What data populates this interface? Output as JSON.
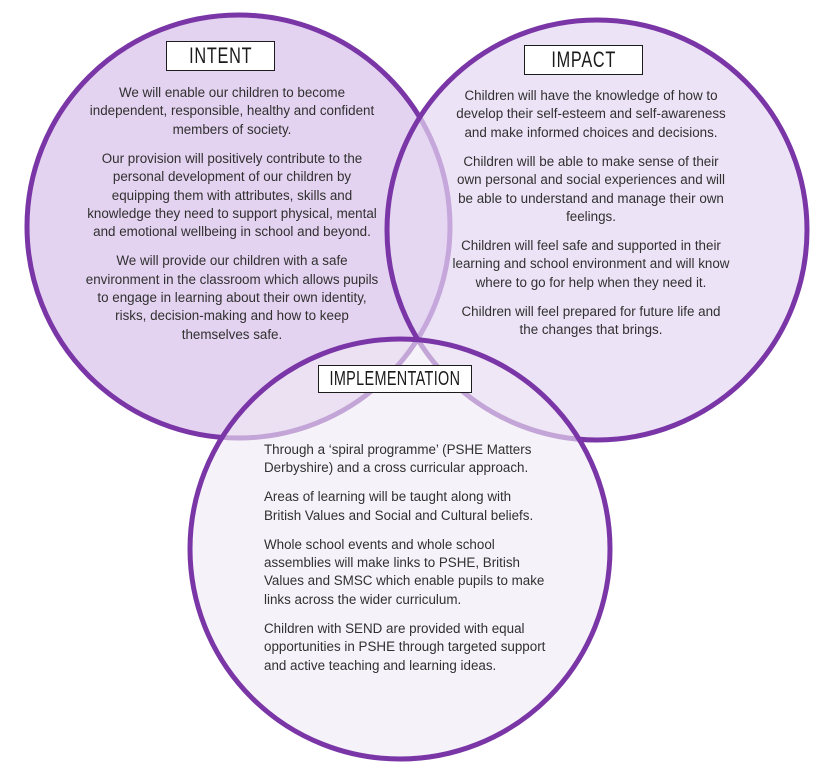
{
  "diagram": {
    "background": "#ffffff",
    "stroke_color": "#7a36a6",
    "stroke_width": "5",
    "circles": {
      "intent": {
        "label": "INTENT",
        "fill": "#e4d3f0",
        "paragraphs": [
          "We will enable our children to become\nindependent, responsible, healthy and confident\nmembers of society.",
          "Our provision will positively contribute to the\npersonal development of our children by\nequipping them with attributes, skills and\nknowledge they need to support physical, mental\nand emotional wellbeing in school and beyond.",
          "We will provide our children with a safe\nenvironment in the classroom which allows pupils\nto engage in learning about their own identity,\nrisks, decision-making and how to keep\nthemselves safe."
        ]
      },
      "impact": {
        "label": "IMPACT",
        "fill": "rgba(230,215,242,0.7)",
        "paragraphs": [
          "Children will have the knowledge of how to\ndevelop their self-esteem and self-awareness\nand make informed choices and decisions.",
          "Children will be able to make sense of their\nown personal and social experiences and will\nbe able to understand and manage their own\nfeelings.",
          "Children will feel safe and supported in their\nlearning and school environment and will know\nwhere to go for help when they need it.",
          "Children will feel prepared for future life and\nthe changes that brings."
        ]
      },
      "implementation": {
        "label": "IMPLEMENTATION",
        "fill": "rgba(240,234,245,0.62)",
        "paragraphs": [
          "Through a ‘spiral programme’ (PSHE Matters\nDerbyshire) and a cross curricular approach.",
          "Areas of learning will be taught along with\nBritish Values and Social and Cultural beliefs.",
          "Whole school events and whole school\nassemblies will make links to PSHE, British\nValues and SMSC which enable pupils to make\nlinks across the wider curriculum.",
          "Children with SEND are provided with equal\nopportunities in PSHE through targeted support\nand active teaching and learning ideas."
        ]
      }
    }
  }
}
